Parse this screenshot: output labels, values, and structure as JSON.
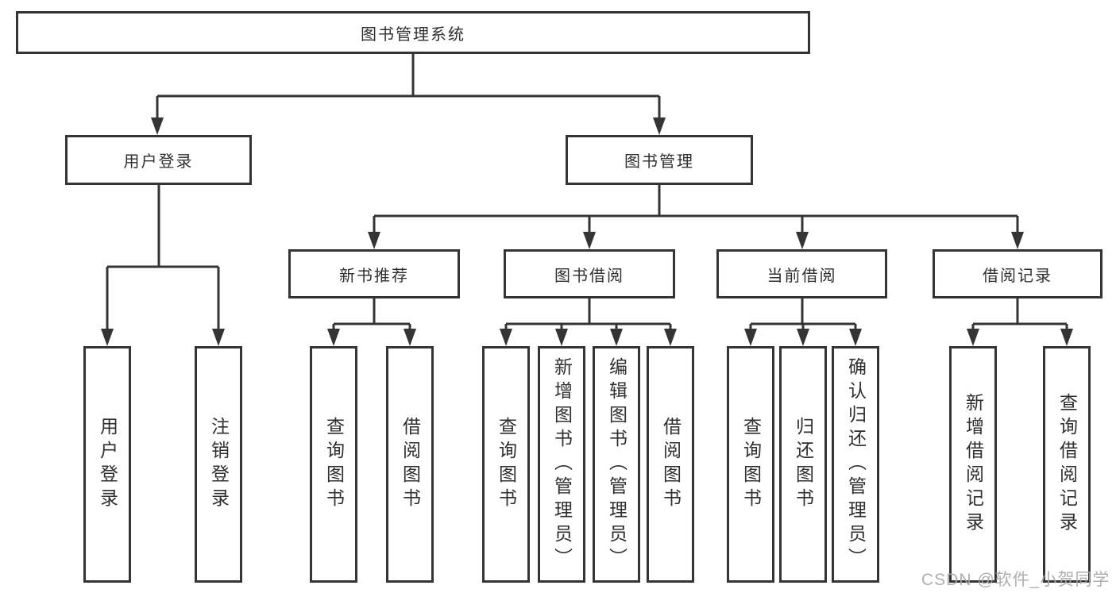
{
  "diagram": {
    "title": "图书管理系统",
    "colors": {
      "line": "#343434",
      "box_border": "#343434",
      "box_fill": "#ffffff",
      "text": "#2f2f2f",
      "watermark": "#a8a8a8"
    },
    "nodes": {
      "root": "图书管理系统",
      "level2": [
        "用户登录",
        "图书管理"
      ],
      "level3": [
        "新书推荐",
        "图书借阅",
        "当前借阅",
        "借阅记录"
      ],
      "leaves_login": [
        "用户登录",
        "注销登录"
      ],
      "leaves_newbook": [
        "查询图书",
        "借阅图书"
      ],
      "leaves_borrow": [
        "查询图书",
        "新增图书（管理员）",
        "编辑图书（管理员）",
        "借阅图书"
      ],
      "leaves_current": [
        "查询图书",
        "归还图书",
        "确认归还（管理员）"
      ],
      "leaves_record": [
        "新增借阅记录",
        "查询借阅记录"
      ]
    }
  },
  "watermark": "CSDN @软件_小贺同学"
}
